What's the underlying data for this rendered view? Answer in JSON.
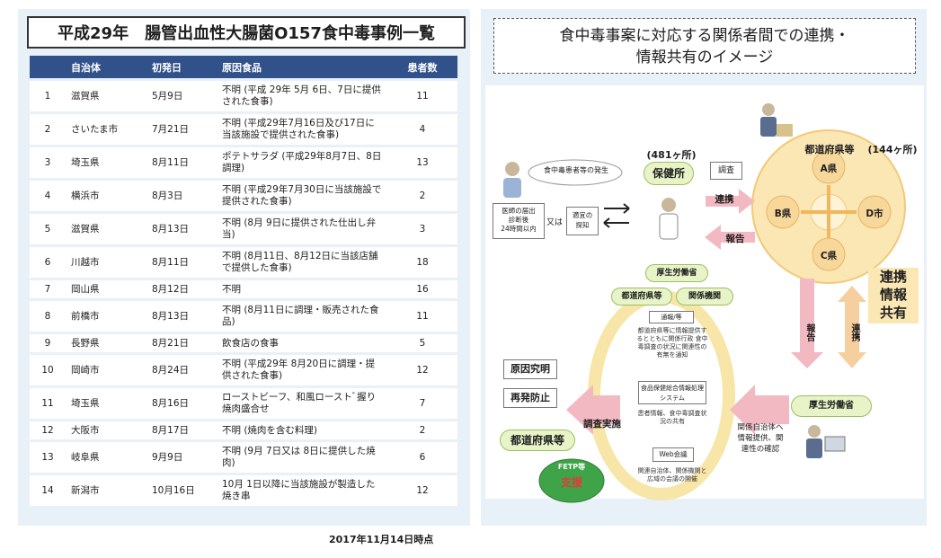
{
  "left": {
    "title": "平成29年　腸管出血性大腸菌O157食中毒事例一覧",
    "columns": [
      "",
      "自治体",
      "初発日",
      "原因食品",
      "患者数"
    ],
    "rows": [
      {
        "no": "1",
        "place": "滋賀県",
        "date": "5月9日",
        "food": "不明 (平成 29年 5月 6日、7日に提供された食事)",
        "count": "11"
      },
      {
        "no": "2",
        "place": "さいたま市",
        "date": "7月21日",
        "food": "不明 (平成29年7月16日及び17日に当該施設で提供された食事)",
        "count": "4"
      },
      {
        "no": "3",
        "place": "埼玉県",
        "date": "8月11日",
        "food": "ポテトサラダ (平成29年8月7日、8日調理)",
        "count": "13"
      },
      {
        "no": "4",
        "place": "横浜市",
        "date": "8月3日",
        "food": "不明 (平成29年7月30日に当該施設で提供された食事)",
        "count": "2"
      },
      {
        "no": "5",
        "place": "滋賀県",
        "date": "8月13日",
        "food": "不明 (8月 9日に提供された仕出し弁当)",
        "count": "3"
      },
      {
        "no": "6",
        "place": "川越市",
        "date": "8月11日",
        "food": "不明 (8月11日、8月12日に当該店舗で提供した食事)",
        "count": "18"
      },
      {
        "no": "7",
        "place": "岡山県",
        "date": "8月12日",
        "food": "不明",
        "count": "16"
      },
      {
        "no": "8",
        "place": "前橋市",
        "date": "8月13日",
        "food": "不明 (8月11日に調理・販売された食品)",
        "count": "11"
      },
      {
        "no": "9",
        "place": "長野県",
        "date": "8月21日",
        "food": "飲食店の食事",
        "count": "5"
      },
      {
        "no": "10",
        "place": "岡崎市",
        "date": "8月24日",
        "food": "不明 (平成29年 8月20日に調理・提供された食事)",
        "count": "12"
      },
      {
        "no": "11",
        "place": "埼玉県",
        "date": "8月16日",
        "food": "ローストビーフ、和風ローストﾞ握り焼肉盛合せ",
        "count": "7"
      },
      {
        "no": "12",
        "place": "大阪市",
        "date": "8月17日",
        "food": "不明 (焼肉を含む料理)",
        "count": "2"
      },
      {
        "no": "13",
        "place": "岐阜県",
        "date": "9月9日",
        "food": "不明 (9月 7日又は 8日に提供した焼肉)",
        "count": "6"
      },
      {
        "no": "14",
        "place": "新潟市",
        "date": "10月16日",
        "food": "10月 1日以降に当該施設が製造した焼き串",
        "count": "12"
      }
    ],
    "as_of": "2017年11月14日時点"
  },
  "right": {
    "title_line1": "食中毒事案に対応する関係者間での連携・",
    "title_line2": "情報共有のイメージ",
    "diagram": {
      "outbreak_cloud": "食中毒患者等の発生",
      "doctor_box": "医師の届出\n診断後\n24時間以内",
      "or": "又は",
      "other_box": "適宜の\n探知",
      "hokenjo_count": "(481ヶ所)",
      "hokenjo": "保健所",
      "chosa": "調査",
      "renkei": "連携",
      "hokoku": "報告",
      "pref_count": "(144ヶ所)",
      "pref": "都道府県等",
      "pref_a": "A県",
      "pref_b": "B県",
      "pref_c": "C県",
      "pref_d": "D市",
      "info_share": "連携\n情報\n共有",
      "down_hokoku": "報告",
      "down_renkei": "連携",
      "mhlw": "厚生労働省",
      "mhlw_green": "厚生労働省",
      "pref_green": "都道府県等",
      "kankei": "関係機関",
      "tsuho": "通報/等",
      "tsuho_detail": "都道府県等に情報提供するとともに関係行政 食中毒調査の状況に関連性の有無を通知",
      "system": "食品保健総合情報処理システム",
      "system_detail": "患者情報、食中毒調査状況の共有",
      "web": "Web会議",
      "web_detail": "関連自治体、関係機関と広域の会議の開催",
      "kanren": "関係自治体へ情報提供、関連性の確認",
      "chosa_jisshi": "調査実施",
      "pref_bottom": "都道府県等",
      "genin": "原因究明",
      "saihatsu": "再発防止",
      "fetp": "FETP等",
      "shien": "支援"
    }
  },
  "colors": {
    "header_bg": "#31518a",
    "panel_bg": "#e8f0f8",
    "pink_arrow": "#f3b9c2",
    "orange_arrow": "#f6cf9f",
    "pref_circle": "#fbe7b4",
    "green_pill": "#e8f4c8",
    "fetp_green": "#3fa447"
  }
}
